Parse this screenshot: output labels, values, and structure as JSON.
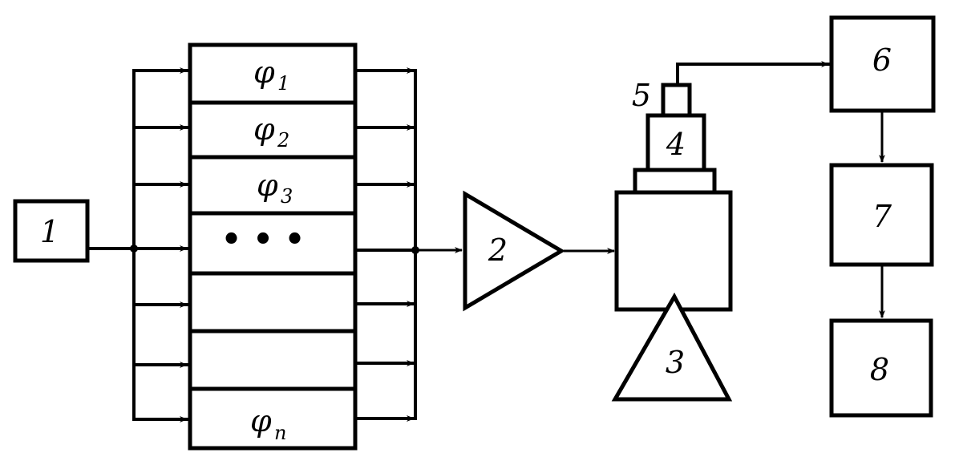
{
  "diagram": {
    "type": "block-diagram",
    "blocks": {
      "b1": {
        "label": "1"
      },
      "b2": {
        "label": "2",
        "shape": "amplifier-triangle"
      },
      "b3": {
        "label": "3",
        "shape": "triangle"
      },
      "b4": {
        "label": "4"
      },
      "b5": {
        "label": "5"
      },
      "b6": {
        "label": "6"
      },
      "b7": {
        "label": "7"
      },
      "b8": {
        "label": "8"
      }
    },
    "filters": [
      {
        "symbol": "φ",
        "sub": "1"
      },
      {
        "symbol": "φ",
        "sub": "2"
      },
      {
        "symbol": "φ",
        "sub": "3"
      },
      {
        "symbol": "",
        "sub": "",
        "ellipsis": "• • •"
      },
      {
        "symbol": "",
        "sub": ""
      },
      {
        "symbol": "",
        "sub": ""
      },
      {
        "symbol": "φ",
        "sub": "n"
      }
    ],
    "connections": [
      {
        "from": "1",
        "to": "filters"
      },
      {
        "from": "filters",
        "to": "2"
      },
      {
        "from": "2",
        "to": "body"
      },
      {
        "from": "5",
        "to": "6"
      },
      {
        "from": "6",
        "to": "7"
      },
      {
        "from": "7",
        "to": "8"
      }
    ]
  }
}
